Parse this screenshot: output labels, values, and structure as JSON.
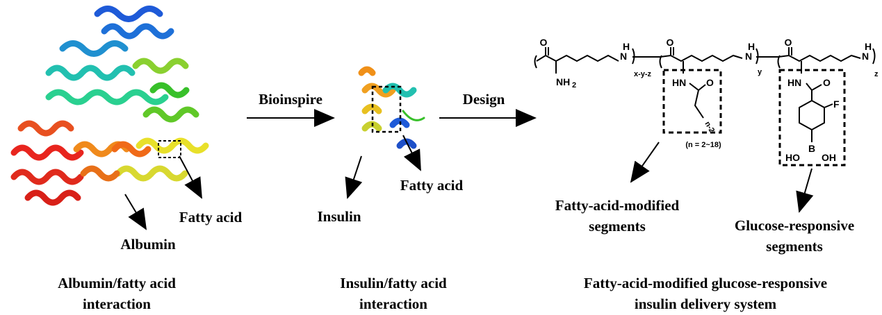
{
  "panels": {
    "albumin": {
      "protein_label": "Albumin",
      "ligand_label": "Fatty acid",
      "caption_line1": "Albumin/fatty acid",
      "caption_line2": "interaction"
    },
    "insulin": {
      "protein_label": "Insulin",
      "ligand_label": "Fatty acid",
      "caption_line1": "Insulin/fatty acid",
      "caption_line2": "interaction"
    },
    "system": {
      "segment1_line1": "Fatty-acid-modified",
      "segment1_line2": "segments",
      "segment2_line1": "Glucose-responsive",
      "segment2_line2": "segments",
      "caption_line1": "Fatty-acid-modified glucose-responsive",
      "caption_line2": "insulin delivery system"
    }
  },
  "arrows": {
    "step1": "Bioinspire",
    "step2": "Design"
  },
  "chemistry": {
    "o": "O",
    "nh2": "NH",
    "nh2_sub": "2",
    "nh": "N",
    "h": "H",
    "hn": "HN",
    "f": "F",
    "b": "B",
    "ho": "HO",
    "oh": "OH",
    "sub_xyz": "x-y-z",
    "sub_y": "y",
    "sub_z": "z",
    "sub_n2": "n-2",
    "n_range": "(n = 2~18)"
  },
  "colors": {
    "red": "#e8251e",
    "orange": "#f08a1c",
    "yellow": "#e8e02a",
    "green": "#38c02a",
    "cyan": "#22c0b0",
    "blue": "#1e5ad8"
  }
}
